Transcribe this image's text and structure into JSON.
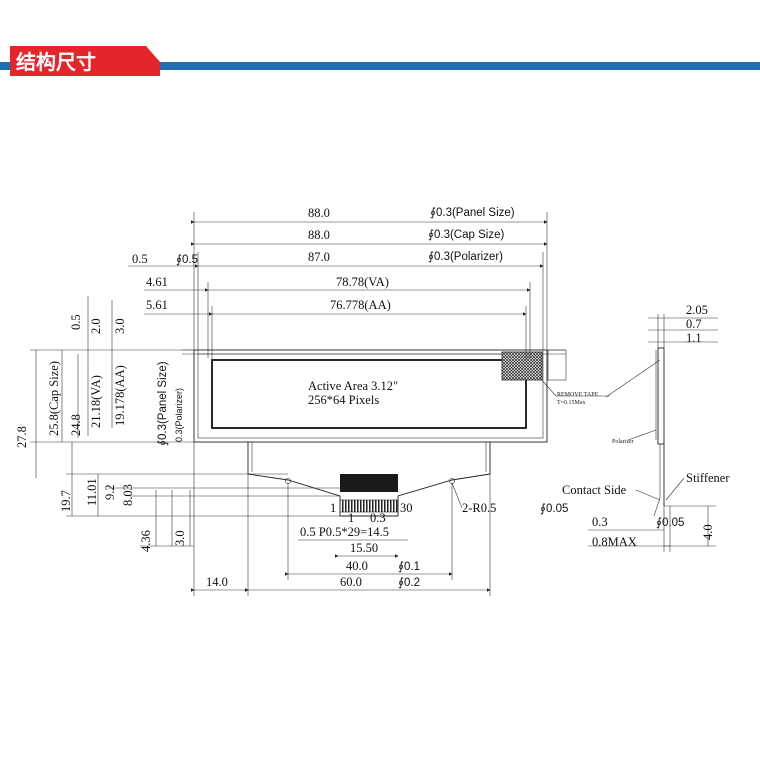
{
  "header": {
    "title": "结构尺寸",
    "colors": {
      "title_bg": "#e4262b",
      "rule": "#1f6fb3",
      "title_text": "#ffffff"
    }
  },
  "front_view": {
    "top_dims": [
      {
        "value": "88.0",
        "tol": "∮0.3(Panel Size)"
      },
      {
        "value": "88.0",
        "tol": "∮0.3(Cap Size)"
      },
      {
        "value": "87.0",
        "tol": "∮0.3(Polarizer)"
      },
      {
        "value": "78.78(VA)"
      },
      {
        "value": "76.778(AA)"
      }
    ],
    "left_offsets": [
      {
        "value": "0.5"
      },
      {
        "value": "∮0.5"
      },
      {
        "value": "4.61"
      },
      {
        "value": "5.61"
      }
    ],
    "vertical_dims": [
      "27.8",
      "25.8(Cap Size)",
      "24.8",
      "21.18(VA)",
      "19.178(AA)",
      "0.5",
      "2.0",
      "3.0",
      "∮0.3(Panel Size)",
      "0.3(Polarizer)"
    ],
    "active_area": {
      "line1": "Active Area 3.12\"",
      "line2": "256*64 Pixels"
    },
    "tape_label": {
      "line1": "REMOVE TAPE",
      "line2": "T=0.15Max"
    },
    "fpc_dims": {
      "left_vertical": [
        "19.7",
        "11.01",
        "9.2",
        "8.03",
        "4.36",
        "3.0"
      ],
      "pin_1": "1",
      "pin_30": "30",
      "radius": "2-R0.5",
      "pitch_small": [
        "1",
        "0.3"
      ],
      "pitch_main": "0.5  P0.5*29=14.5",
      "width_1550": "15.50",
      "width_40": {
        "value": "40.0",
        "tol": "∮0.1"
      },
      "width_60": {
        "value": "60.0",
        "tol": "∮0.2"
      },
      "offset_14": "14.0"
    }
  },
  "side_view": {
    "top_dims": [
      "2.05",
      "0.7",
      "1.1"
    ],
    "polarizer_label": "Polarizer",
    "contact_side": "Contact Side",
    "stiffener": "Stiffener",
    "tol_005": "∮0.05",
    "tol_005b": "∮0.05",
    "dim_03": "0.3",
    "dim_08max": "0.8MAX",
    "dim_40": "4.0"
  }
}
